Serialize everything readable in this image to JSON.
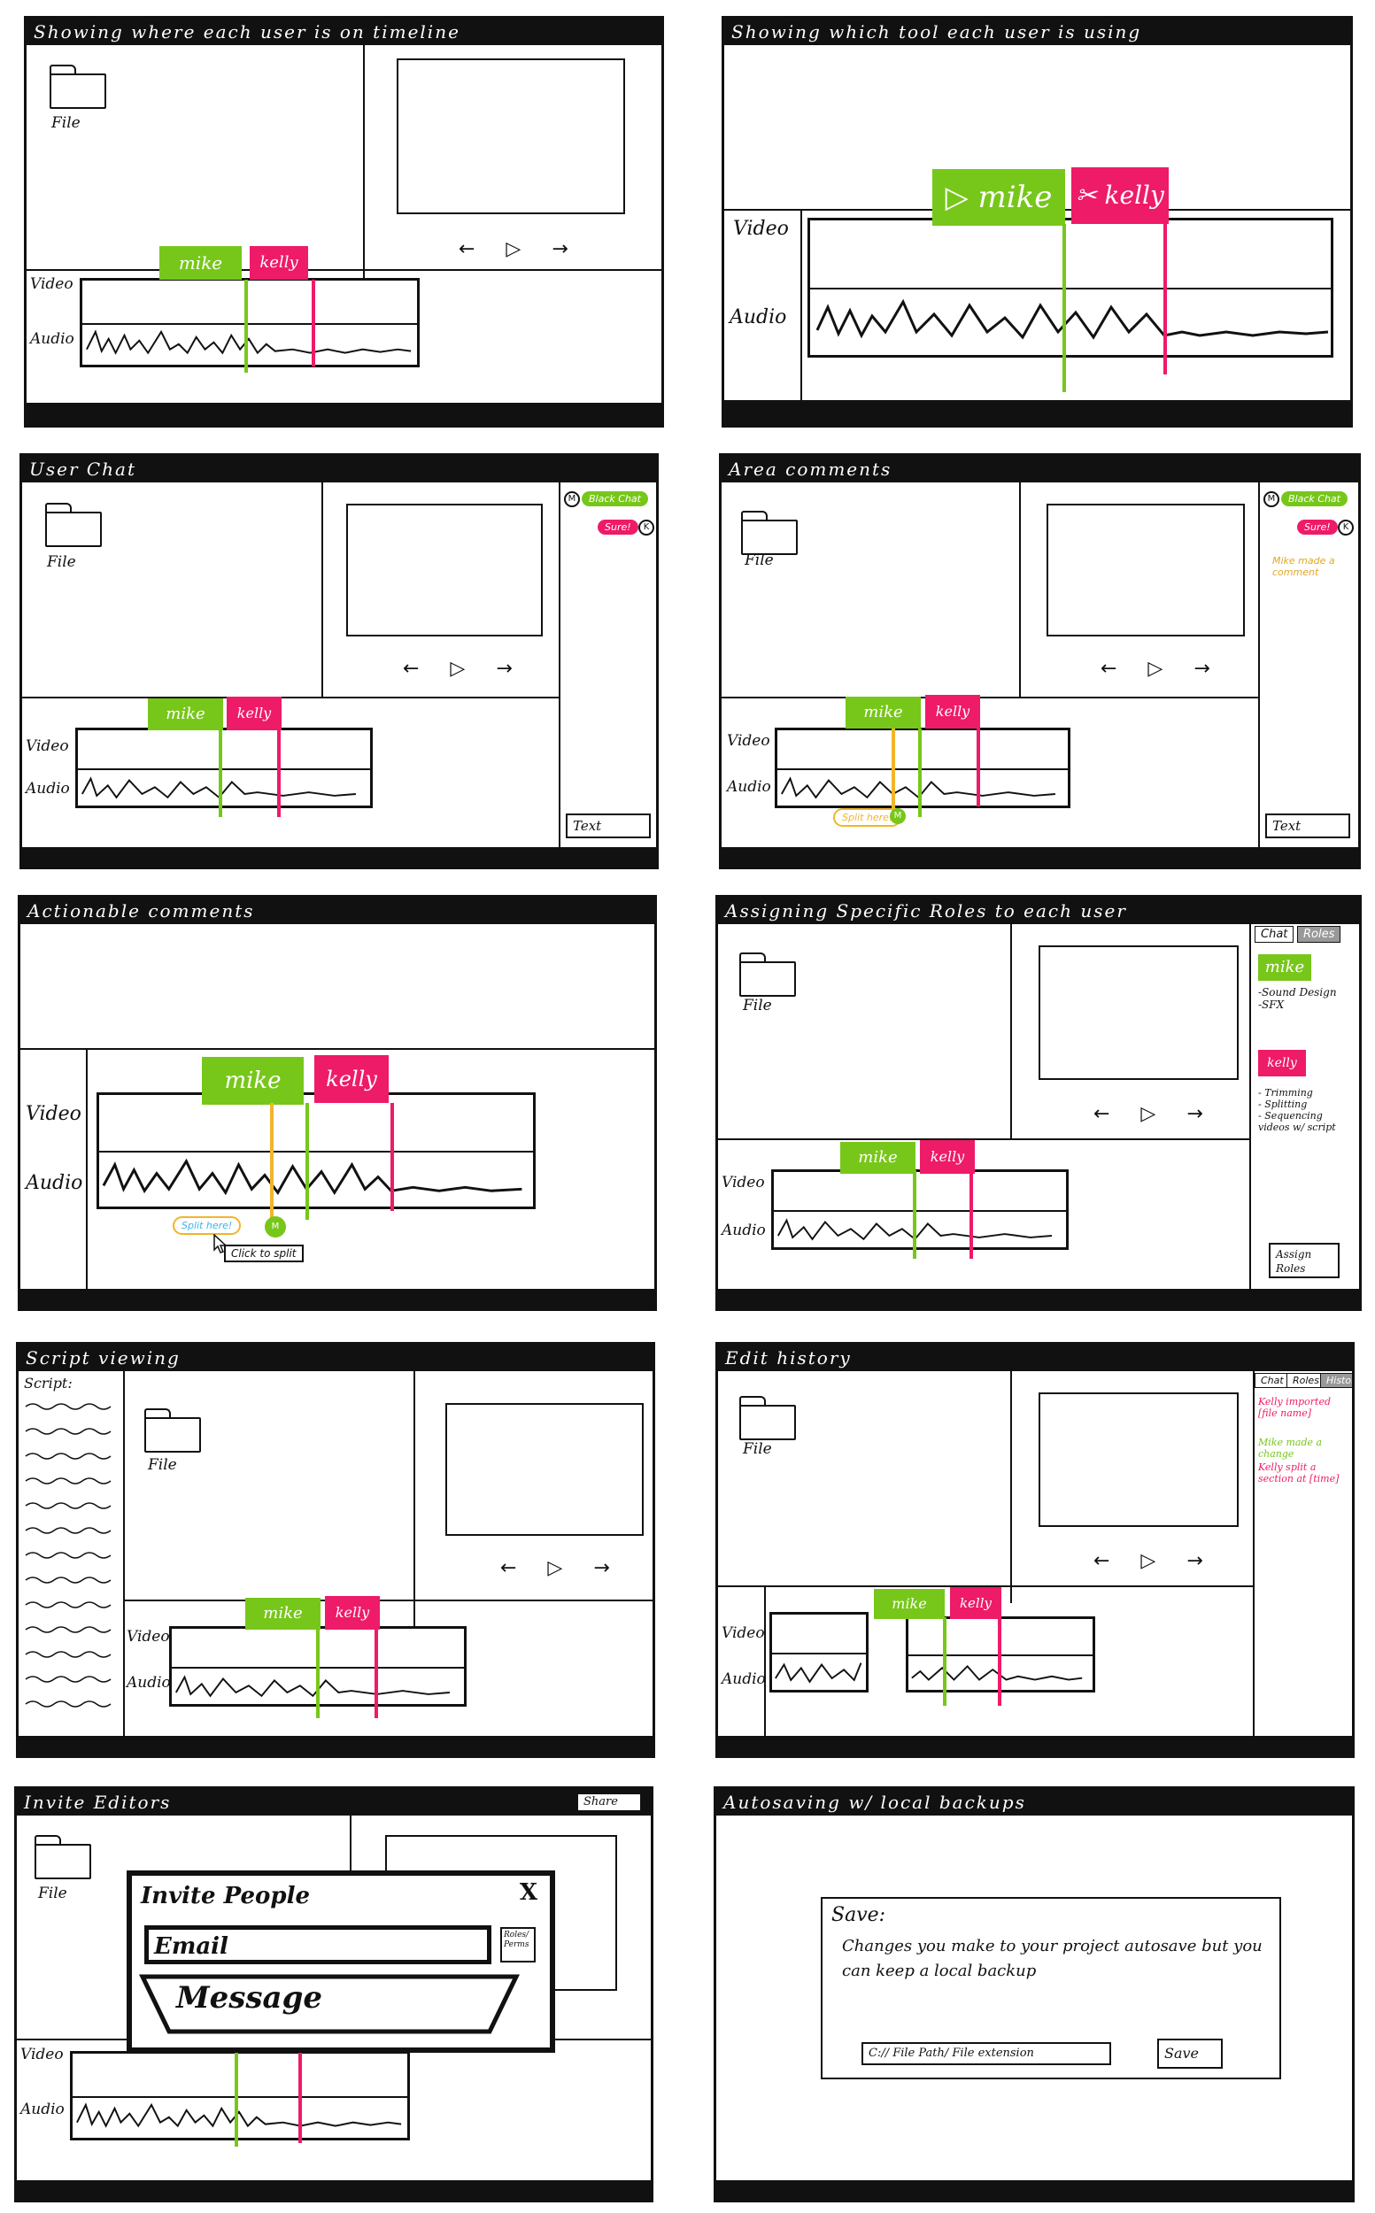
{
  "common": {
    "file": "File",
    "video": "Video",
    "audio": "Audio",
    "controls": "← ▷ →",
    "mike": "mike",
    "kelly": "kelly"
  },
  "panels": [
    {
      "title": "Showing where each user is on timeline"
    },
    {
      "title": "Showing which tool each user is using",
      "mike_tool": "▷ mike",
      "kelly_tool": "✂ kelly"
    },
    {
      "title": "User Chat",
      "chat_msg_1": "Black Chat",
      "chat_msg_2": "Sure!",
      "chat_input": "Text"
    },
    {
      "title": "Area comments",
      "chat_msg_1": "Black Chat",
      "chat_msg_2": "Sure!",
      "comment_note": "Mike made a comment",
      "comment_pill": "Split here!",
      "chat_input": "Text"
    },
    {
      "title": "Actionable comments",
      "comment_pill": "Split here!",
      "tooltip": "Click to split"
    },
    {
      "title": "Assigning Specific Roles to each user",
      "tabs": [
        "Chat",
        "Roles"
      ],
      "mike_roles": "-Sound Design\n-SFX",
      "kelly_roles": "- Trimming\n- Splitting\n- Sequencing videos w/ script",
      "assign_button": "Assign Roles"
    },
    {
      "title": "Script viewing",
      "script_label": "Script:"
    },
    {
      "title": "Edit history",
      "tabs": [
        "Chat",
        "Roles",
        "History"
      ],
      "history": [
        "Kelly imported [file name]",
        "Mike made a change",
        "Kelly split a section at [time]"
      ]
    },
    {
      "title": "Invite Editors",
      "share": "Share",
      "modal_title": "Invite People",
      "close": "X",
      "email": "Email",
      "message": "Message",
      "roles": "Roles/ Perms"
    },
    {
      "title": "Autosaving w/ local backups",
      "save_title": "Save:",
      "save_text": "Changes you make to your project autosave but you can keep a local backup",
      "path": "C:// File Path/ File extension",
      "save_button": "Save"
    }
  ],
  "colors": {
    "mike": "#77c71a",
    "kelly": "#ee1b68",
    "comment": "#f0b52a",
    "ink": "#111111"
  }
}
